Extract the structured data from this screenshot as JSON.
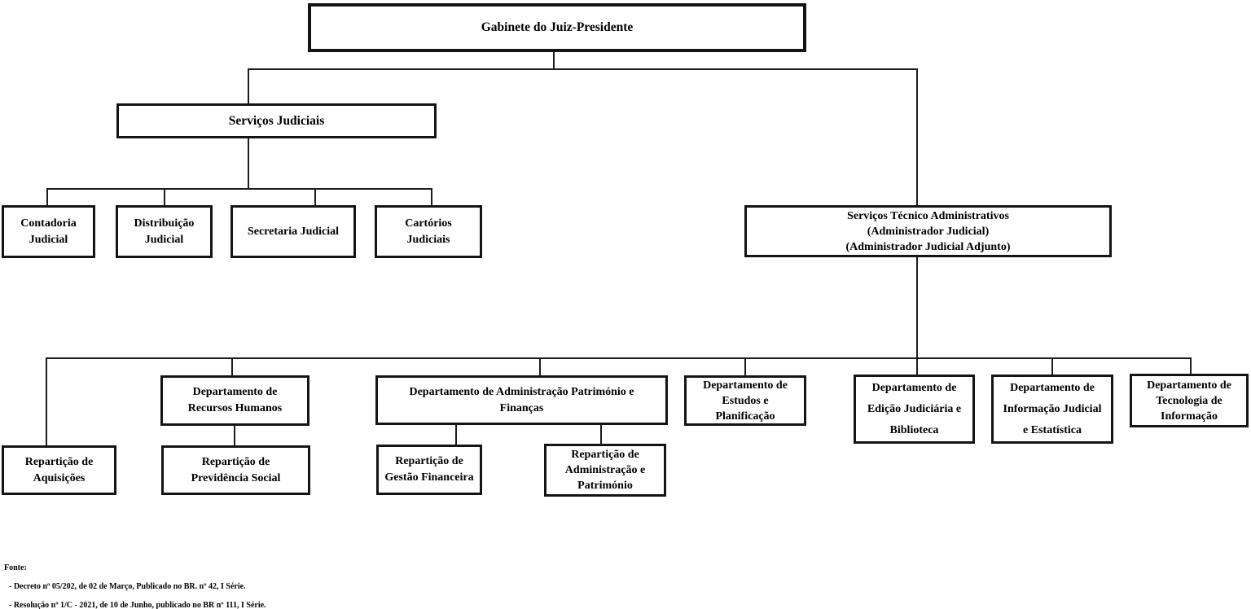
{
  "colors": {
    "background": "#ffffff",
    "box_border": "#141414",
    "connector_line": "#1c1c1c",
    "text": "#000000"
  },
  "nodes": {
    "gabinete": {
      "lines": [
        "Gabinete do Juiz-Presidente"
      ]
    },
    "servicos_judiciais": {
      "lines": [
        "Serviços Judiciais"
      ]
    },
    "contadoria": {
      "lines": [
        "Contadoria",
        "Judicial"
      ]
    },
    "distribuicao": {
      "lines": [
        "Distribuição",
        "Judicial"
      ]
    },
    "secretaria": {
      "lines": [
        "Secretaria Judicial"
      ]
    },
    "cartorios": {
      "lines": [
        "Cartórios",
        "Judiciais"
      ]
    },
    "servicos_tecnico_adm": {
      "lines": [
        "Serviços Técnico Administrativos",
        "(Administrador Judicial)",
        "(Administrador Judicial Adjunto)"
      ]
    },
    "dept_recursos_humanos": {
      "lines": [
        "Departamento de",
        "Recursos Humanos"
      ]
    },
    "dept_adm_patrimonio_financas": {
      "lines": [
        "Departamento de Administração Património e",
        "Finanças"
      ]
    },
    "dept_estudos_planificacao": {
      "lines": [
        "Departamento de",
        "Estudos e",
        "Planificação"
      ]
    },
    "dept_edicao_judiciaria": {
      "lines": [
        "Departamento de",
        "Edição Judiciária e",
        "Biblioteca"
      ]
    },
    "dept_informacao_judicial": {
      "lines": [
        "Departamento  de",
        "Informação Judicial",
        "e Estatística"
      ]
    },
    "dept_tecnologia_informacao": {
      "lines": [
        "Departamento de",
        "Tecnologia de",
        "Informação"
      ]
    },
    "rep_aquisicoes": {
      "lines": [
        "Repartição de",
        "Aquisições"
      ]
    },
    "rep_previdencia_social": {
      "lines": [
        "Repartição de",
        "Previdência Social"
      ]
    },
    "rep_gestao_financeira": {
      "lines": [
        "Repartição de",
        "Gestão Financeira"
      ]
    },
    "rep_adm_patrimonio": {
      "lines": [
        "Repartição de",
        "Administração e",
        "Património"
      ]
    }
  },
  "footer": {
    "label": "Fonte:",
    "sources": [
      "- Decreto nº 05/202, de 02 de Março, Publicado no BR. nº 42, I Série.",
      "- Resolução nº 1/C - 2021, de 10 de Junho, publicado no BR nº 111, I Série."
    ]
  }
}
